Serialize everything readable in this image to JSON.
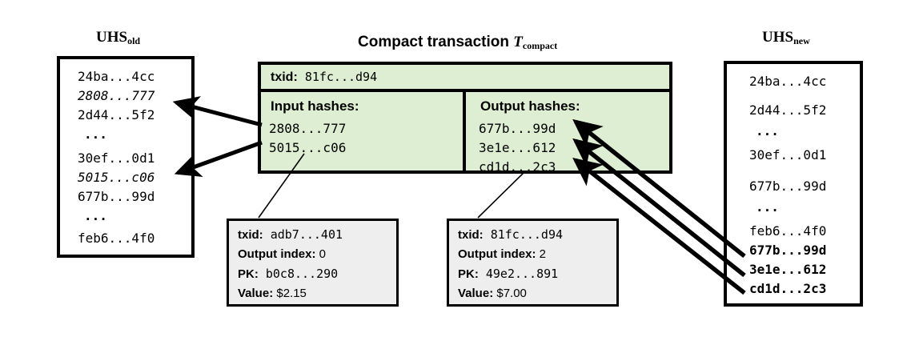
{
  "uhs_old": {
    "caption_main": "UHS",
    "caption_sub": "old",
    "entries": [
      {
        "text": "24ba...4cc",
        "style": "plain"
      },
      {
        "text": "2808...777",
        "style": "italic"
      },
      {
        "text": "2d44...5f2",
        "style": "plain"
      },
      {
        "text": "...",
        "style": "ellipsis"
      },
      {
        "text": "30ef...0d1",
        "style": "plain"
      },
      {
        "text": "5015...c06",
        "style": "italic"
      },
      {
        "text": "677b...99d",
        "style": "plain"
      },
      {
        "text": "...",
        "style": "ellipsis"
      },
      {
        "text": "feb6...4f0",
        "style": "plain"
      }
    ]
  },
  "uhs_new": {
    "caption_main": "UHS",
    "caption_sub": "new",
    "entries": [
      {
        "text": "24ba...4cc",
        "style": "plain"
      },
      {
        "text": "2d44...5f2",
        "style": "plain"
      },
      {
        "text": "...",
        "style": "ellipsis"
      },
      {
        "text": "30ef...0d1",
        "style": "plain"
      },
      {
        "text": "677b...99d",
        "style": "plain"
      },
      {
        "text": "...",
        "style": "ellipsis"
      },
      {
        "text": "feb6...4f0",
        "style": "plain"
      },
      {
        "text": "677b...99d",
        "style": "bold"
      },
      {
        "text": "3e1e...612",
        "style": "bold"
      },
      {
        "text": "cd1d...2c3",
        "style": "bold"
      }
    ]
  },
  "compact_tx": {
    "caption_prefix": "Compact transaction ",
    "caption_symbol": "T",
    "caption_symbol_sub": "compact",
    "txid_label": "txid:",
    "txid_value": "81fc...d94",
    "input_title": "Input hashes:",
    "input_hashes": [
      "2808...777",
      "5015...c06"
    ],
    "output_title": "Output hashes:",
    "output_hashes": [
      "677b...99d",
      "3e1e...612",
      "cd1d...2c3"
    ],
    "fill_color": "#ddeed2"
  },
  "callout_left": {
    "rows": [
      {
        "key": "txid:",
        "value": "adb7...401",
        "value_font": "mono"
      },
      {
        "key": "Output index:",
        "value": "0",
        "value_font": "sans"
      },
      {
        "key": "PK:",
        "value": "b0c8...290",
        "value_font": "mono"
      },
      {
        "key": "Value:",
        "value": "$2.15",
        "value_font": "sans"
      }
    ]
  },
  "callout_right": {
    "rows": [
      {
        "key": "txid:",
        "value": "81fc...d94",
        "value_font": "mono"
      },
      {
        "key": "Output index:",
        "value": "2",
        "value_font": "sans"
      },
      {
        "key": "PK:",
        "value": "49e2...891",
        "value_font": "mono"
      },
      {
        "key": "Value:",
        "value": "$7.00",
        "value_font": "sans"
      }
    ]
  }
}
